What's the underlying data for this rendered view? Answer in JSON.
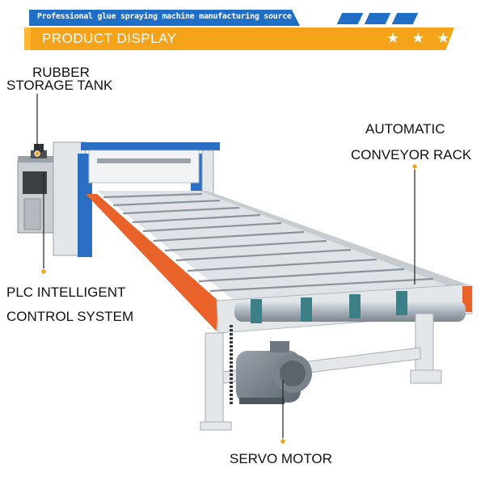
{
  "header": {
    "tagline": "Professional glue spraying machine manufacturing source factory",
    "title": "PRODUCT DISPLAY",
    "stars": "★ ★ ★"
  },
  "callouts": {
    "rubber_tank_line1": "RUBBER",
    "rubber_tank_line2": "STORAGE TANK",
    "conveyor_line1": "AUTOMATIC",
    "conveyor_line2": "CONVEYOR RACK",
    "plc_line1": "PLC INTELLIGENT",
    "plc_line2": "CONTROL SYSTEM",
    "servo": "SERVO MOTOR"
  },
  "colors": {
    "banner_blue": "#1f6fc7",
    "banner_orange": "#f5a31a",
    "callout_line": "#222222",
    "callout_dot": "#f5a31a",
    "frame_orange": "#e8622a",
    "frame_white": "#e9ecef",
    "roller_steel": "#b8c0c7",
    "belt_teal": "#3d7f86",
    "machine_blue": "#2a6fc4"
  }
}
